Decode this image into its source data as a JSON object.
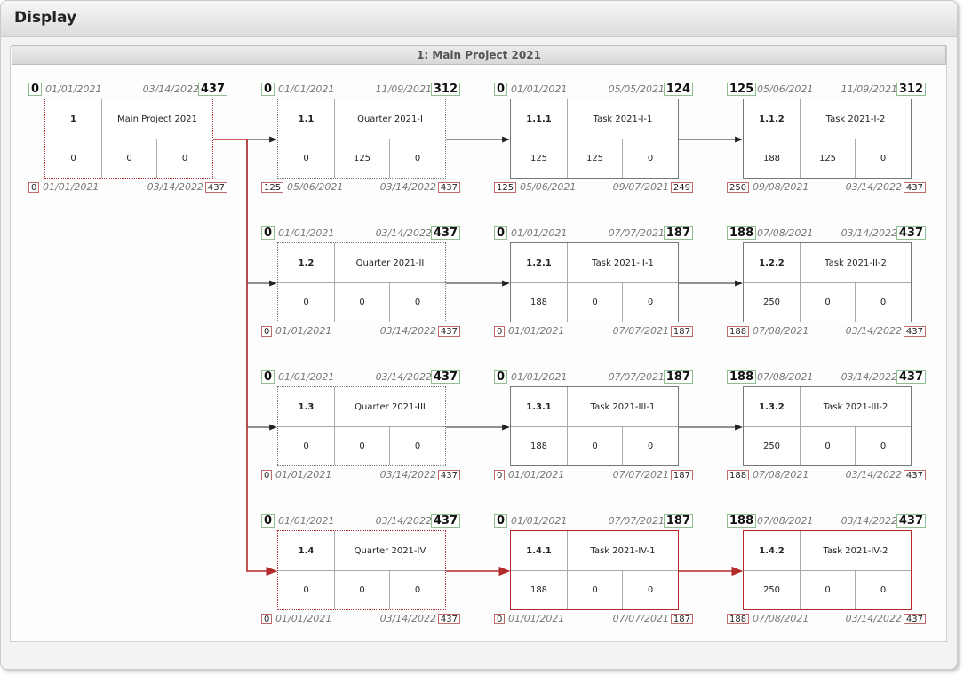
{
  "window": {
    "title": "Display"
  },
  "section": {
    "title": "1:  Main Project 2021"
  },
  "colors": {
    "critical": "#b32a2a",
    "normal": "#222222"
  },
  "nodes": [
    {
      "id": "1",
      "name": "Main Project 2021",
      "v1": "0",
      "v2": "0",
      "v3": "0",
      "es": "0",
      "es_date": "01/01/2021",
      "ef_date": "03/14/2022",
      "ef": "437",
      "ls": "0",
      "ls_date": "01/01/2021",
      "lf_date": "03/14/2022",
      "lf": "437",
      "summary": true,
      "critical": true
    },
    {
      "id": "1.1",
      "name": "Quarter 2021-I",
      "v1": "0",
      "v2": "125",
      "v3": "0",
      "es": "0",
      "es_date": "01/01/2021",
      "ef_date": "11/09/2021",
      "ef": "312",
      "ls": "125",
      "ls_date": "05/06/2021",
      "lf_date": "03/14/2022",
      "lf": "437",
      "summary": true,
      "critical": false
    },
    {
      "id": "1.1.1",
      "name": "Task 2021-I-1",
      "v1": "125",
      "v2": "125",
      "v3": "0",
      "es": "0",
      "es_date": "01/01/2021",
      "ef_date": "05/05/2021",
      "ef": "124",
      "ls": "125",
      "ls_date": "05/06/2021",
      "lf_date": "09/07/2021",
      "lf": "249",
      "summary": false,
      "critical": false
    },
    {
      "id": "1.1.2",
      "name": "Task 2021-I-2",
      "v1": "188",
      "v2": "125",
      "v3": "0",
      "es": "125",
      "es_date": "05/06/2021",
      "ef_date": "11/09/2021",
      "ef": "312",
      "ls": "250",
      "ls_date": "09/08/2021",
      "lf_date": "03/14/2022",
      "lf": "437",
      "summary": false,
      "critical": false
    },
    {
      "id": "1.2",
      "name": "Quarter 2021-II",
      "v1": "0",
      "v2": "0",
      "v3": "0",
      "es": "0",
      "es_date": "01/01/2021",
      "ef_date": "03/14/2022",
      "ef": "437",
      "ls": "0",
      "ls_date": "01/01/2021",
      "lf_date": "03/14/2022",
      "lf": "437",
      "summary": true,
      "critical": false
    },
    {
      "id": "1.2.1",
      "name": "Task 2021-II-1",
      "v1": "188",
      "v2": "0",
      "v3": "0",
      "es": "0",
      "es_date": "01/01/2021",
      "ef_date": "07/07/2021",
      "ef": "187",
      "ls": "0",
      "ls_date": "01/01/2021",
      "lf_date": "07/07/2021",
      "lf": "187",
      "summary": false,
      "critical": false
    },
    {
      "id": "1.2.2",
      "name": "Task 2021-II-2",
      "v1": "250",
      "v2": "0",
      "v3": "0",
      "es": "188",
      "es_date": "07/08/2021",
      "ef_date": "03/14/2022",
      "ef": "437",
      "ls": "188",
      "ls_date": "07/08/2021",
      "lf_date": "03/14/2022",
      "lf": "437",
      "summary": false,
      "critical": false
    },
    {
      "id": "1.3",
      "name": "Quarter 2021-III",
      "v1": "0",
      "v2": "0",
      "v3": "0",
      "es": "0",
      "es_date": "01/01/2021",
      "ef_date": "03/14/2022",
      "ef": "437",
      "ls": "0",
      "ls_date": "01/01/2021",
      "lf_date": "03/14/2022",
      "lf": "437",
      "summary": true,
      "critical": false
    },
    {
      "id": "1.3.1",
      "name": "Task 2021-III-1",
      "v1": "188",
      "v2": "0",
      "v3": "0",
      "es": "0",
      "es_date": "01/01/2021",
      "ef_date": "07/07/2021",
      "ef": "187",
      "ls": "0",
      "ls_date": "01/01/2021",
      "lf_date": "07/07/2021",
      "lf": "187",
      "summary": false,
      "critical": false
    },
    {
      "id": "1.3.2",
      "name": "Task 2021-III-2",
      "v1": "250",
      "v2": "0",
      "v3": "0",
      "es": "188",
      "es_date": "07/08/2021",
      "ef_date": "03/14/2022",
      "ef": "437",
      "ls": "188",
      "ls_date": "07/08/2021",
      "lf_date": "03/14/2022",
      "lf": "437",
      "summary": false,
      "critical": false
    },
    {
      "id": "1.4",
      "name": "Quarter 2021-IV",
      "v1": "0",
      "v2": "0",
      "v3": "0",
      "es": "0",
      "es_date": "01/01/2021",
      "ef_date": "03/14/2022",
      "ef": "437",
      "ls": "0",
      "ls_date": "01/01/2021",
      "lf_date": "03/14/2022",
      "lf": "437",
      "summary": true,
      "critical": true
    },
    {
      "id": "1.4.1",
      "name": "Task 2021-IV-1",
      "v1": "188",
      "v2": "0",
      "v3": "0",
      "es": "0",
      "es_date": "01/01/2021",
      "ef_date": "07/07/2021",
      "ef": "187",
      "ls": "0",
      "ls_date": "01/01/2021",
      "lf_date": "07/07/2021",
      "lf": "187",
      "summary": false,
      "critical": true
    },
    {
      "id": "1.4.2",
      "name": "Task 2021-IV-2",
      "v1": "250",
      "v2": "0",
      "v3": "0",
      "es": "188",
      "es_date": "07/08/2021",
      "ef_date": "03/14/2022",
      "ef": "437",
      "ls": "188",
      "ls_date": "07/08/2021",
      "lf_date": "03/14/2022",
      "lf": "437",
      "summary": false,
      "critical": true
    }
  ],
  "links": [
    {
      "from": "1",
      "to": "1.1",
      "critical": false
    },
    {
      "from": "1",
      "to": "1.2",
      "critical": false
    },
    {
      "from": "1",
      "to": "1.3",
      "critical": false
    },
    {
      "from": "1",
      "to": "1.4",
      "critical": true
    },
    {
      "from": "1.1",
      "to": "1.1.1",
      "critical": false
    },
    {
      "from": "1.1.1",
      "to": "1.1.2",
      "critical": false
    },
    {
      "from": "1.2",
      "to": "1.2.1",
      "critical": false
    },
    {
      "from": "1.2.1",
      "to": "1.2.2",
      "critical": false
    },
    {
      "from": "1.3",
      "to": "1.3.1",
      "critical": false
    },
    {
      "from": "1.3.1",
      "to": "1.3.2",
      "critical": false
    },
    {
      "from": "1.4",
      "to": "1.4.1",
      "critical": true
    },
    {
      "from": "1.4.1",
      "to": "1.4.2",
      "critical": true
    }
  ]
}
